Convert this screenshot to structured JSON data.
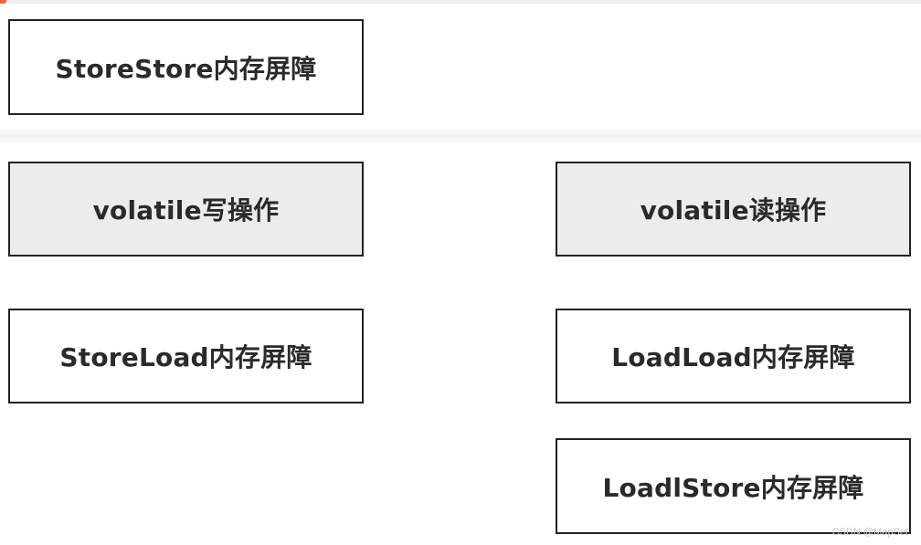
{
  "diagram": {
    "boxes": {
      "storestore_barrier": "StoreStore内存屏障",
      "volatile_write": "volatile写操作",
      "volatile_read": "volatile读操作",
      "storeload_barrier": "StoreLoad内存屏障",
      "loadload_barrier": "LoadLoad内存屏障",
      "loadstore_barrier": "LoadlStore内存屏障"
    },
    "colors": {
      "box_border": "#222222",
      "operation_fill": "#ececed",
      "barrier_fill": "#ffffff",
      "text": "#2a2a2a",
      "corner_accent": "#e66b2e"
    }
  },
  "watermark": "CSDN @MapSet"
}
